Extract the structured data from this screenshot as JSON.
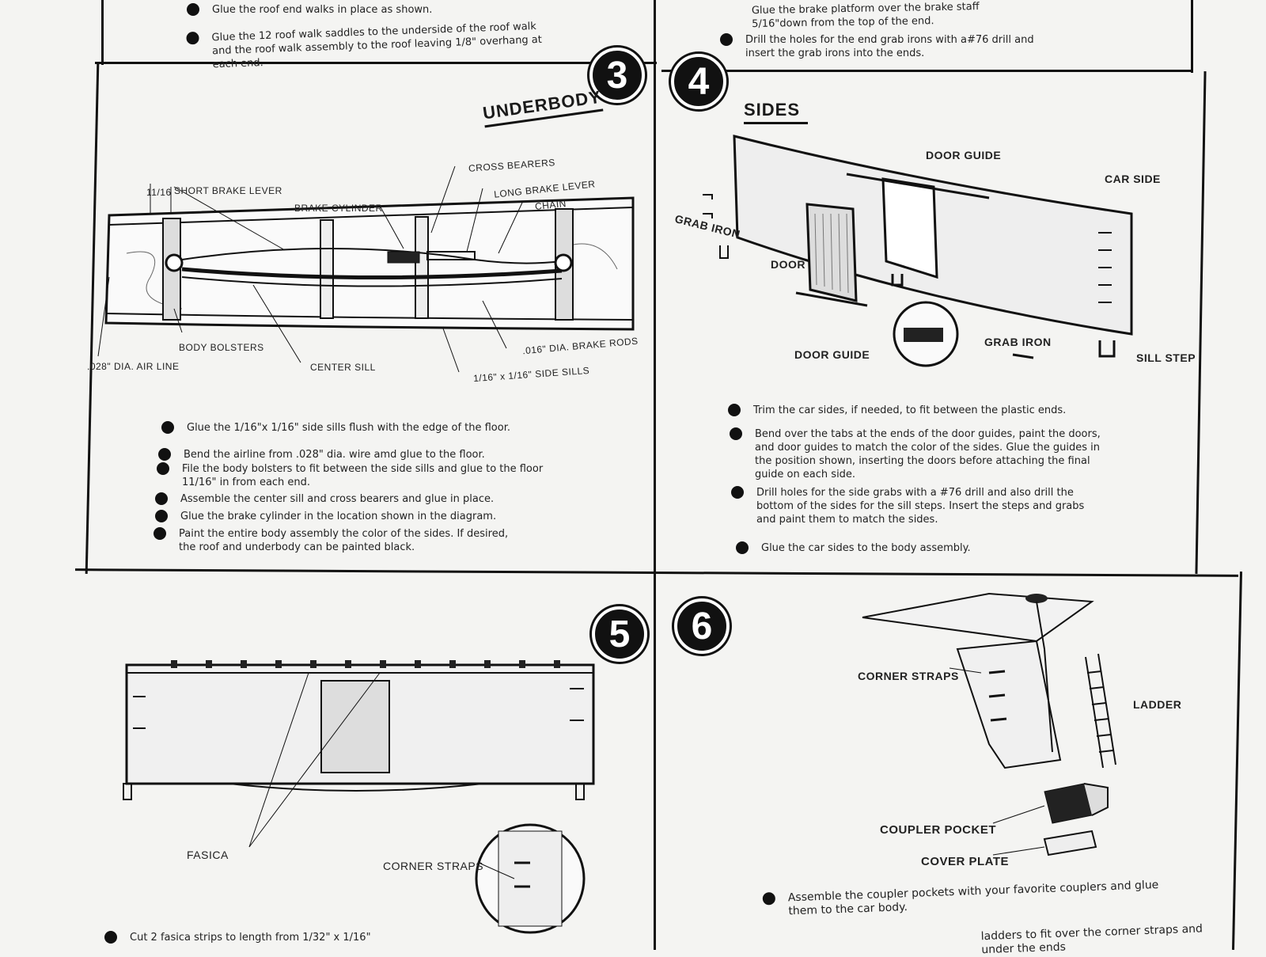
{
  "top_left": {
    "steps": [
      "Glue the roof end walks in place as shown.",
      "Glue the 12 roof walk saddles to the underside of the roof walk and the roof walk assembly to the roof leaving 1/8\" overhang at each end."
    ]
  },
  "top_right": {
    "partial": "Glue the brake platform over the brake staff 5/16\"down from the top of the end.",
    "steps": [
      "Drill the holes for the end grab irons with a#76 drill and insert the grab irons into the ends."
    ]
  },
  "panel3": {
    "number": "3",
    "title": "UNDERBODY",
    "labels": {
      "dim": "11/16",
      "short_brake_lever": "SHORT BRAKE LEVER",
      "brake_cylinder": "BRAKE CYLINDER",
      "cross_bearers": "CROSS BEARERS",
      "long_brake_lever": "LONG BRAKE LEVER",
      "chain": "CHAIN",
      "body_bolsters": "BODY BOLSTERS",
      "air_line": ".028\" DIA. AIR LINE",
      "center_sill": "CENTER SILL",
      "brake_rods": ".016\" DIA. BRAKE RODS",
      "side_sills": "1/16\" x 1/16\" SIDE SILLS"
    },
    "steps": [
      "Glue the 1/16\"x 1/16\" side sills flush with the edge of the floor.",
      "Bend the airline from .028\" dia. wire amd glue to the floor.",
      "File the body bolsters to fit between the side sills and glue to the floor 11/16\" in from each end.",
      "Assemble the center sill and cross bearers and glue in place.",
      "Glue the brake cylinder in the location shown in the diagram.",
      "Paint the entire body assembly the color of the sides. If desired, the roof and underbody can be painted black."
    ]
  },
  "panel4": {
    "number": "4",
    "title": "SIDES",
    "labels": {
      "door_guide_top": "DOOR GUIDE",
      "car_side": "CAR SIDE",
      "grab_iron_left": "GRAB IRON",
      "door": "DOOR",
      "door_guide_bottom": "DOOR GUIDE",
      "grab_iron_right": "GRAB IRON",
      "sill_step": "SILL STEP"
    },
    "steps": [
      "Trim the car sides, if needed, to fit between the plastic ends.",
      "Bend over the tabs at the ends of the door guides, paint the doors, and door guides to match the color of the sides. Glue the guides in the position shown, inserting the doors before attaching the final guide on each side.",
      "Drill holes for the side grabs with a #76 drill and also drill the bottom of the sides for the sill steps. Insert the steps and grabs and paint them to match the sides.",
      "Glue the car sides to the body assembly."
    ]
  },
  "panel5": {
    "number": "5",
    "labels": {
      "fasica": "FASICA",
      "corner_straps": "CORNER STRAPS"
    },
    "steps": [
      "Cut 2 fasica strips to length from 1/32\" x 1/16\""
    ]
  },
  "panel6": {
    "number": "6",
    "labels": {
      "corner_straps": "CORNER STRAPS",
      "ladder": "LADDER",
      "coupler_pocket": "COUPLER POCKET",
      "cover_plate": "COVER PLATE"
    },
    "steps": [
      "Assemble the coupler pockets with your favorite couplers and glue them to the car body.",
      "ladders to fit over the corner straps and under the ends"
    ]
  }
}
